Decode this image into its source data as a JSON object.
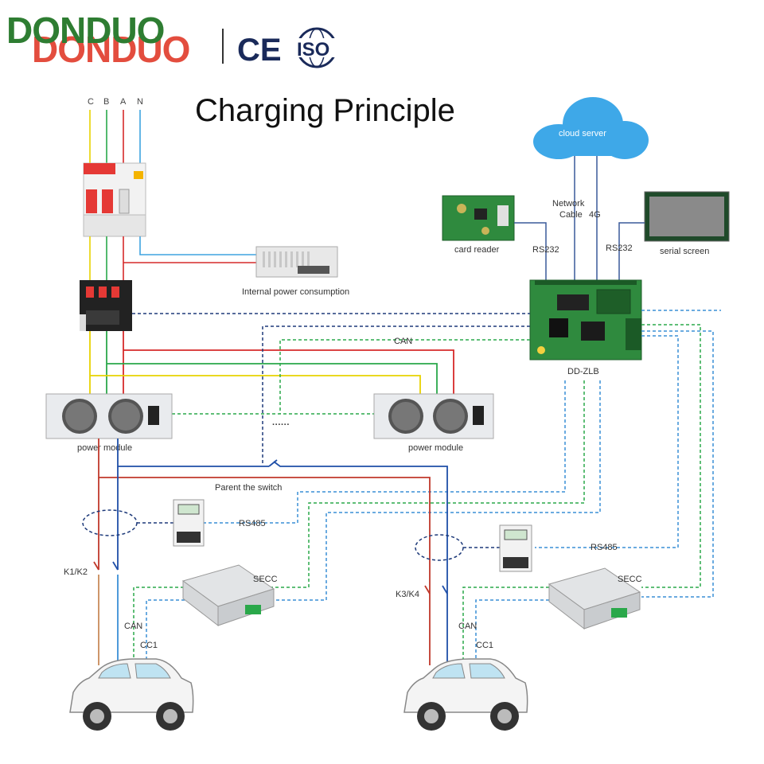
{
  "header": {
    "brand": "DONDUO",
    "cert_ce": "CE",
    "cert_iso": "ISO"
  },
  "diagram": {
    "title": "Charging Principle",
    "phases": [
      "C",
      "B",
      "A",
      "N"
    ],
    "labels": {
      "internal_power": "Internal power consumption",
      "cloud_server": "cloud server",
      "network_cable": "Network\nCable",
      "four_g": "4G",
      "card_reader": "card reader",
      "serial_screen": "serial screen",
      "rs232_left": "RS232",
      "rs232_right": "RS232",
      "controller": "DD-ZLB",
      "can_bus": "CAN",
      "power_module_left": "power module",
      "power_module_right": "power module",
      "ellipsis": "······",
      "parent_switch": "Parent the switch",
      "rs485_left": "RS485",
      "rs485_right": "RS485",
      "k1k2": "K1/K2",
      "k3k4": "K3/K4",
      "secc_left": "SECC",
      "secc_right": "SECC",
      "can_left": "CAN",
      "can_right": "CAN",
      "cc1_left": "CC1",
      "cc1_right": "CC1"
    },
    "colors": {
      "phase_c_yellow": "#e8d200",
      "phase_b_green": "#2aa84a",
      "phase_a_red": "#d62a2a",
      "neutral_blue": "#3fa3e0",
      "dc_red": "#c0392b",
      "dc_blue": "#1f4fa8",
      "comm_dark": "#1e3a7a",
      "comm_green": "#2aa84a",
      "comm_blue": "#3a8fd6",
      "cloud": "#3ea8e8",
      "pcb": "#2f8a3e",
      "brand_green": "#2e7d32",
      "brand_red": "#e03a2a"
    }
  }
}
